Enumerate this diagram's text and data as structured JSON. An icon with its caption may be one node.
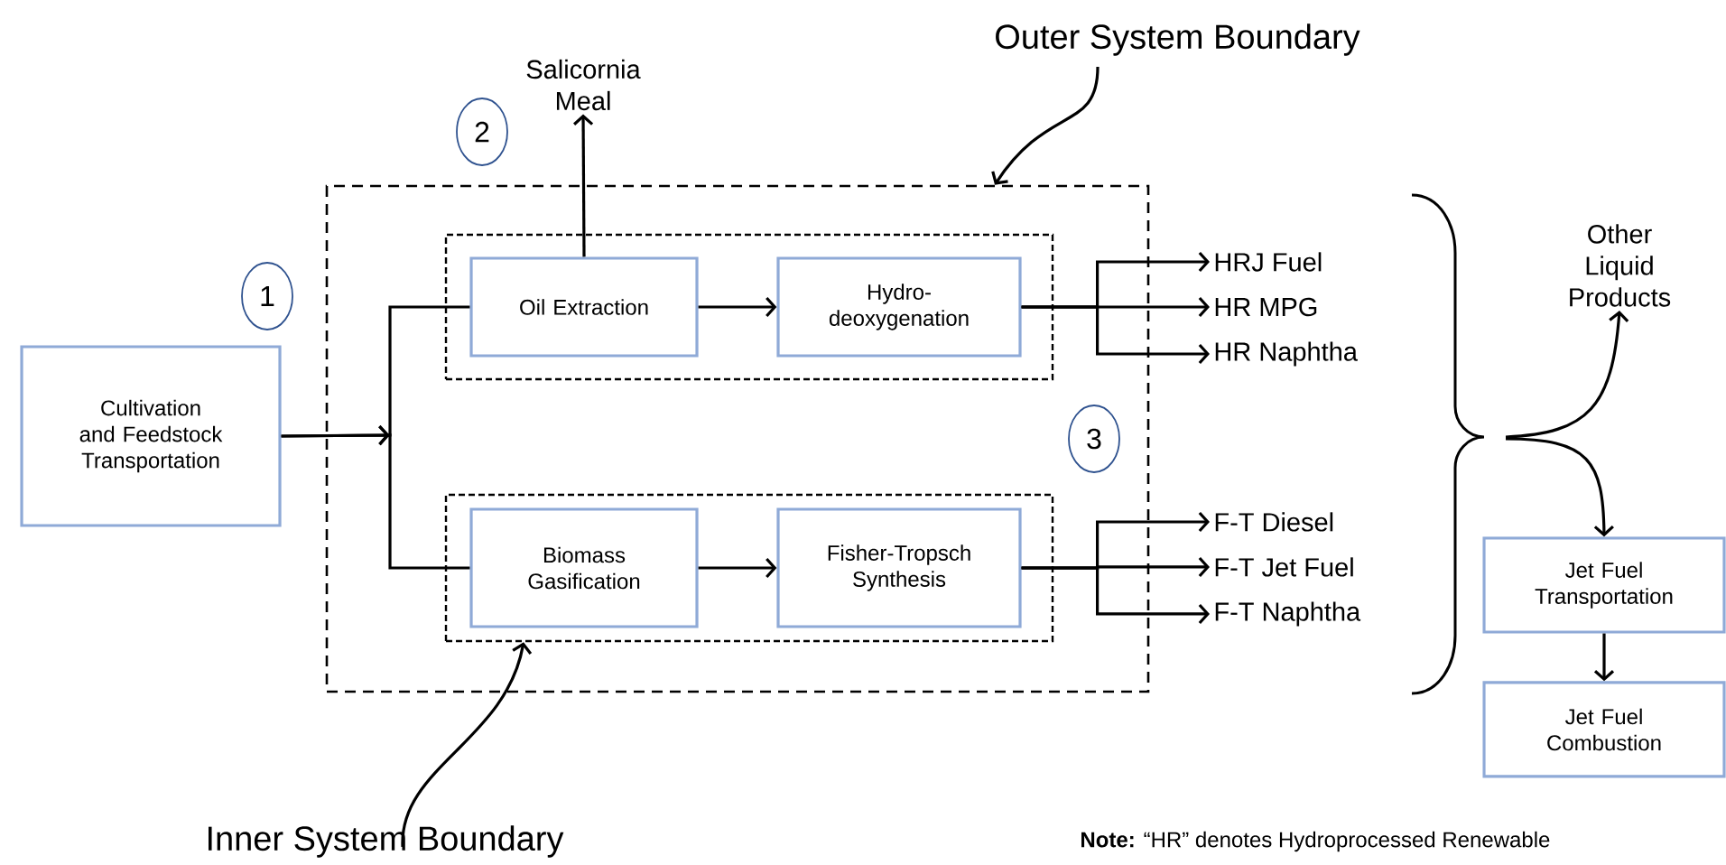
{
  "diagram": {
    "nodes": [
      {
        "text": [],
        "shape": "box"
      },
      {
        "text": [],
        "shape": "box",
        "in": 0
      },
      {
        "text": [
          "Oil Extraction"
        ],
        "in": 1
      },
      {
        "text": [
          "Hydro-deoxygenation"
        ],
        "in": 1
      },
      {
        "text": [],
        "shape": "box",
        "in": 0
      },
      {
        "text": [
          "Biomass Gasification"
        ],
        "in": 4
      },
      {
        "text": [
          "Fisher-Tropsch Synthesis"
        ],
        "in": 4
      },
      {
        "text": [
          "Cultivation and Feedstock Transportation"
        ]
      },
      {
        "text": [
          "Salicornia Meal"
        ]
      },
      {
        "text": [
          "HRJ Fuel"
        ]
      },
      {
        "text": [
          "HR MPG"
        ]
      },
      {
        "text": [
          "HR Naphtha"
        ]
      },
      {
        "text": [
          "F-T Diesel"
        ]
      },
      {
        "text": [
          "F-T Jet Fuel"
        ]
      },
      {
        "text": [
          "F-T Naphtha"
        ]
      },
      {
        "text": [
          "Other Liquid Products"
        ]
      },
      {
        "text": [
          "Jet Fuel Transportation"
        ]
      },
      {
        "text": [
          "Jet Fuel Combustion"
        ]
      },
      {
        "text": [
          "Outer System Boundary"
        ]
      },
      {
        "text": [
          "Inner System Boundary"
        ]
      },
      {
        "text": [
          "1"
        ]
      },
      {
        "text": [
          "2"
        ]
      },
      {
        "text": [
          "3"
        ],
        "in": 0
      }
    ],
    "edges": [
      {
        "from": 7,
        "to": 2,
        "arrow": "to"
      },
      {
        "from": 7,
        "to": 5,
        "arrow": "to"
      },
      {
        "from": 2,
        "to": 3,
        "arrow": "to"
      },
      {
        "from": 2,
        "to": 8,
        "arrow": "to"
      },
      {
        "from": 3,
        "to": 9,
        "arrow": "to"
      },
      {
        "from": 3,
        "to": 10,
        "arrow": "to"
      },
      {
        "from": 3,
        "to": 11,
        "arrow": "to"
      },
      {
        "from": 5,
        "to": 6,
        "arrow": "to"
      },
      {
        "from": 6,
        "to": 12,
        "arrow": "to"
      },
      {
        "from": 6,
        "to": 13,
        "arrow": "to"
      },
      {
        "from": 6,
        "to": 14,
        "arrow": "to"
      },
      {
        "from": null,
        "to": 15,
        "arrow": "to"
      },
      {
        "from": null,
        "to": 16,
        "arrow": "to"
      },
      {
        "from": 16,
        "to": 17,
        "arrow": "to"
      },
      {
        "from": 18,
        "to": 0,
        "arrow": "to"
      },
      {
        "from": 19,
        "to": 4,
        "arrow": "to"
      }
    ],
    "labels": [
      "**Note:** “HR” denotes Hydroprocessed Renewable"
    ]
  }
}
